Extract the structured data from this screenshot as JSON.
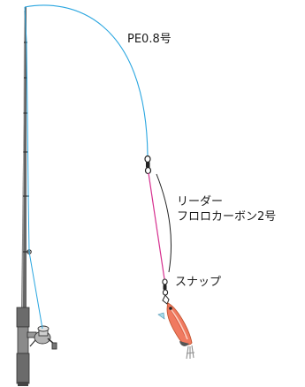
{
  "labels": {
    "main_line": "PE0.8号",
    "leader_title": "リーダー",
    "leader_spec": "フロロカーボン2号",
    "snap": "スナップ"
  },
  "colors": {
    "main_line": "#2aa6e0",
    "leader_line": "#d6308f",
    "rod": "#555555",
    "lure_body": "#f07a60",
    "lure_outline": "#c2542f"
  }
}
